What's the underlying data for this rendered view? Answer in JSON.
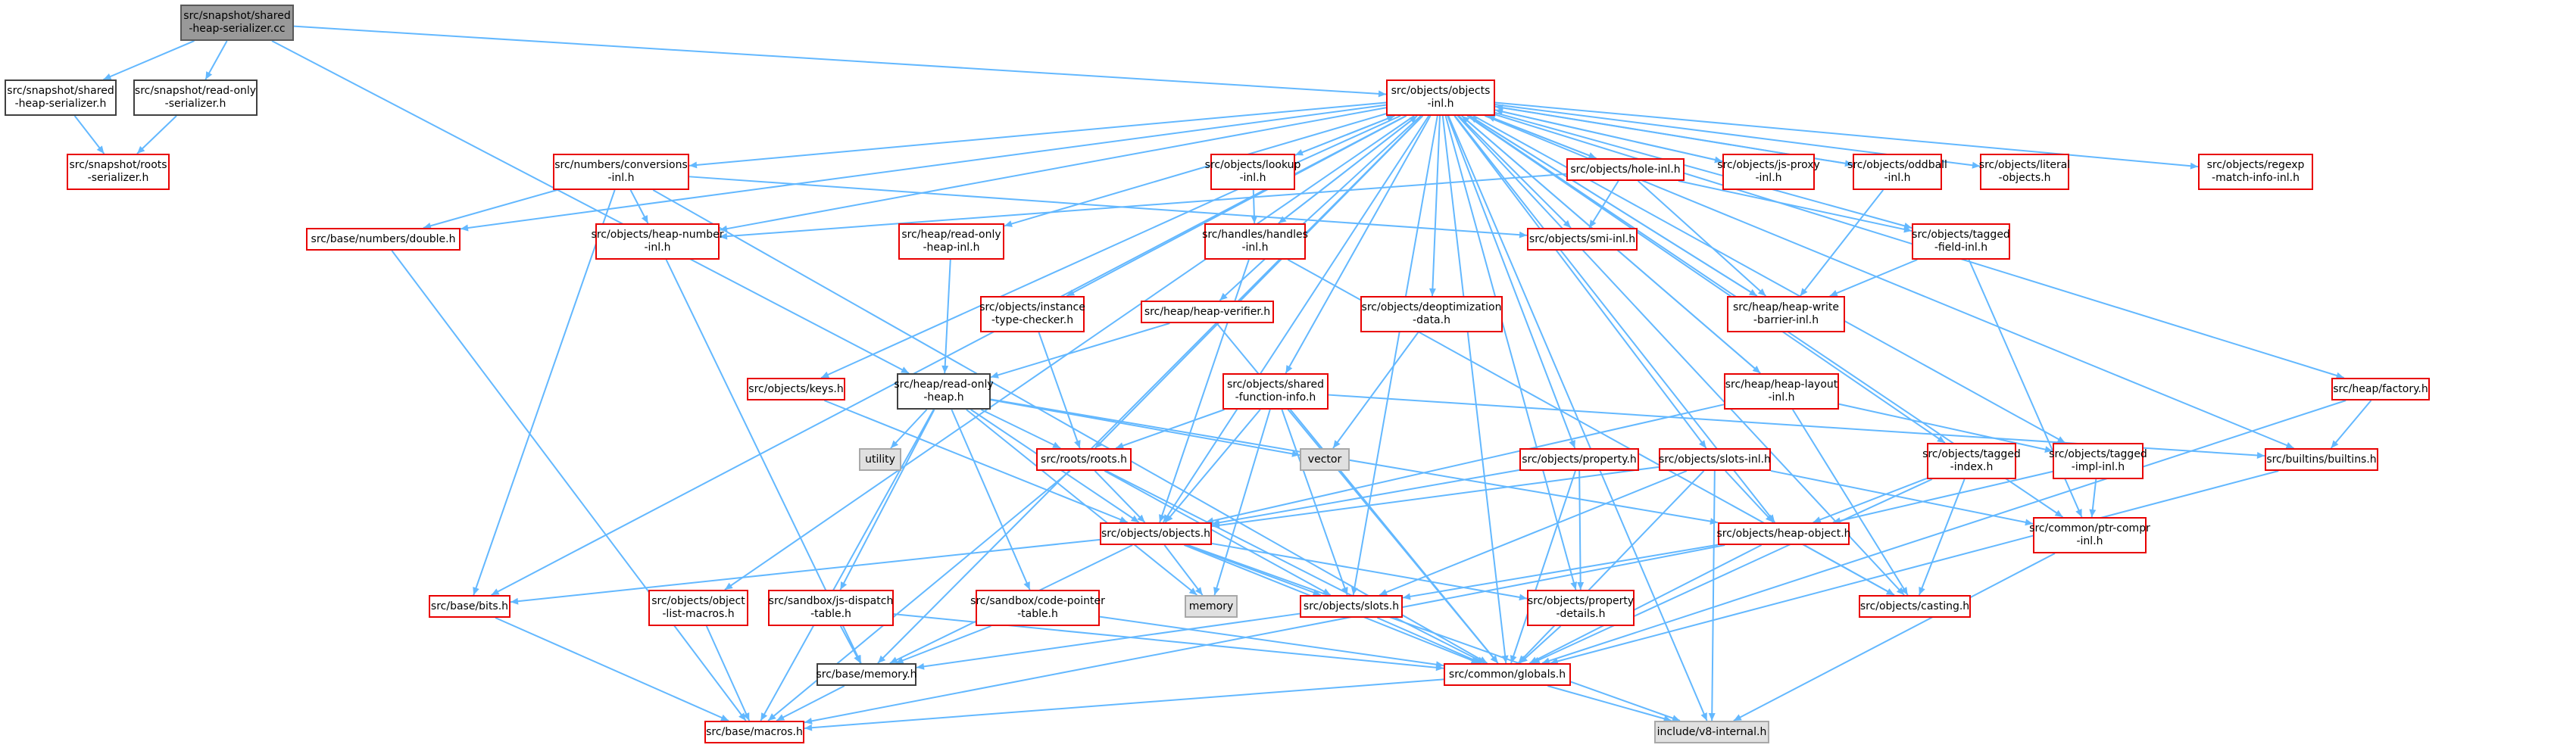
{
  "colors": {
    "edge": "#63b8ff",
    "node_border": "#e80000",
    "focus_fill": "#999999",
    "system_fill": "#e0e0e0"
  },
  "nodes": [
    {
      "id": "n0",
      "label": "src/snapshot/shared\n-heap-serializer.cc",
      "kind": "root"
    },
    {
      "id": "n1",
      "label": "src/snapshot/shared\n-heap-serializer.h",
      "kind": "plain"
    },
    {
      "id": "n2",
      "label": "src/snapshot/read-only\n-serializer.h",
      "kind": "plain"
    },
    {
      "id": "n3",
      "label": "src/snapshot/roots\n-serializer.h",
      "kind": "red"
    },
    {
      "id": "n4",
      "label": "src/objects/objects\n-inl.h",
      "kind": "red"
    },
    {
      "id": "n5",
      "label": "src/numbers/conversions\n-inl.h",
      "kind": "red"
    },
    {
      "id": "n6",
      "label": "src/objects/lookup\n-inl.h",
      "kind": "red"
    },
    {
      "id": "n7",
      "label": "src/objects/hole-inl.h",
      "kind": "red"
    },
    {
      "id": "n8",
      "label": "src/objects/js-proxy\n-inl.h",
      "kind": "red"
    },
    {
      "id": "n9",
      "label": "src/objects/oddball\n-inl.h",
      "kind": "red"
    },
    {
      "id": "n10",
      "label": "src/objects/literal\n-objects.h",
      "kind": "red"
    },
    {
      "id": "n11",
      "label": "src/objects/regexp\n-match-info-inl.h",
      "kind": "red"
    },
    {
      "id": "n12",
      "label": "src/base/numbers/double.h",
      "kind": "red"
    },
    {
      "id": "n13",
      "label": "src/objects/heap-number\n-inl.h",
      "kind": "red"
    },
    {
      "id": "n14",
      "label": "src/heap/read-only\n-heap-inl.h",
      "kind": "red"
    },
    {
      "id": "n15",
      "label": "src/handles/handles\n-inl.h",
      "kind": "red"
    },
    {
      "id": "n16",
      "label": "src/objects/smi-inl.h",
      "kind": "red"
    },
    {
      "id": "n17",
      "label": "src/objects/tagged\n-field-inl.h",
      "kind": "red"
    },
    {
      "id": "n18",
      "label": "src/objects/instance\n-type-checker.h",
      "kind": "red"
    },
    {
      "id": "n19",
      "label": "src/heap/heap-verifier.h",
      "kind": "red"
    },
    {
      "id": "n20",
      "label": "src/objects/deoptimization\n-data.h",
      "kind": "red"
    },
    {
      "id": "n21",
      "label": "src/heap/heap-write\n-barrier-inl.h",
      "kind": "red"
    },
    {
      "id": "n22",
      "label": "src/objects/keys.h",
      "kind": "red"
    },
    {
      "id": "n23",
      "label": "src/heap/read-only\n-heap.h",
      "kind": "plain"
    },
    {
      "id": "n24",
      "label": "src/objects/shared\n-function-info.h",
      "kind": "red"
    },
    {
      "id": "n25",
      "label": "src/heap/heap-layout\n-inl.h",
      "kind": "red"
    },
    {
      "id": "n26",
      "label": "src/heap/factory.h",
      "kind": "red"
    },
    {
      "id": "n27",
      "label": "utility",
      "kind": "sys"
    },
    {
      "id": "n28",
      "label": "vector",
      "kind": "sys"
    },
    {
      "id": "n29",
      "label": "src/roots/roots.h",
      "kind": "red"
    },
    {
      "id": "n30",
      "label": "src/objects/property.h",
      "kind": "red"
    },
    {
      "id": "n31",
      "label": "src/objects/slots-inl.h",
      "kind": "red"
    },
    {
      "id": "n32",
      "label": "src/objects/tagged\n-index.h",
      "kind": "red"
    },
    {
      "id": "n33",
      "label": "src/objects/tagged\n-impl-inl.h",
      "kind": "red"
    },
    {
      "id": "n34",
      "label": "src/builtins/builtins.h",
      "kind": "red"
    },
    {
      "id": "n35",
      "label": "src/objects/objects.h",
      "kind": "red"
    },
    {
      "id": "n36",
      "label": "src/objects/heap-object.h",
      "kind": "red"
    },
    {
      "id": "n37",
      "label": "src/common/ptr-compr\n-inl.h",
      "kind": "red"
    },
    {
      "id": "n38",
      "label": "src/base/bits.h",
      "kind": "red"
    },
    {
      "id": "n39",
      "label": "src/objects/object\n-list-macros.h",
      "kind": "red"
    },
    {
      "id": "n40",
      "label": "src/sandbox/js-dispatch\n-table.h",
      "kind": "red"
    },
    {
      "id": "n41",
      "label": "src/sandbox/code-pointer\n-table.h",
      "kind": "red"
    },
    {
      "id": "n42",
      "label": "memory",
      "kind": "sys"
    },
    {
      "id": "n43",
      "label": "src/objects/slots.h",
      "kind": "red"
    },
    {
      "id": "n44",
      "label": "src/objects/property\n-details.h",
      "kind": "red"
    },
    {
      "id": "n45",
      "label": "src/objects/casting.h",
      "kind": "red"
    },
    {
      "id": "n46",
      "label": "src/base/memory.h",
      "kind": "plain"
    },
    {
      "id": "n47",
      "label": "src/common/globals.h",
      "kind": "red"
    },
    {
      "id": "n48",
      "label": "src/base/macros.h",
      "kind": "red"
    },
    {
      "id": "n49",
      "label": "include/v8-internal.h",
      "kind": "sys"
    }
  ],
  "edges": [
    [
      "n0",
      "n1"
    ],
    [
      "n0",
      "n2"
    ],
    [
      "n0",
      "n4"
    ],
    [
      "n0",
      "n23"
    ],
    [
      "n1",
      "n3"
    ],
    [
      "n2",
      "n3"
    ],
    [
      "n4",
      "n5"
    ],
    [
      "n4",
      "n6"
    ],
    [
      "n4",
      "n7"
    ],
    [
      "n4",
      "n8"
    ],
    [
      "n4",
      "n9"
    ],
    [
      "n4",
      "n10"
    ],
    [
      "n4",
      "n11"
    ],
    [
      "n4",
      "n12"
    ],
    [
      "n4",
      "n13"
    ],
    [
      "n4",
      "n14"
    ],
    [
      "n4",
      "n15"
    ],
    [
      "n4",
      "n16"
    ],
    [
      "n4",
      "n17"
    ],
    [
      "n4",
      "n18"
    ],
    [
      "n4",
      "n19"
    ],
    [
      "n4",
      "n20"
    ],
    [
      "n4",
      "n21"
    ],
    [
      "n4",
      "n22"
    ],
    [
      "n4",
      "n24"
    ],
    [
      "n4",
      "n25"
    ],
    [
      "n4",
      "n26"
    ],
    [
      "n4",
      "n29"
    ],
    [
      "n4",
      "n30"
    ],
    [
      "n4",
      "n31"
    ],
    [
      "n4",
      "n32"
    ],
    [
      "n4",
      "n33"
    ],
    [
      "n4",
      "n34"
    ],
    [
      "n4",
      "n35"
    ],
    [
      "n4",
      "n36"
    ],
    [
      "n4",
      "n37"
    ],
    [
      "n4",
      "n38"
    ],
    [
      "n4",
      "n39"
    ],
    [
      "n4",
      "n43"
    ],
    [
      "n4",
      "n44"
    ],
    [
      "n4",
      "n45"
    ],
    [
      "n4",
      "n46"
    ],
    [
      "n4",
      "n47"
    ],
    [
      "n4",
      "n49"
    ],
    [
      "n5",
      "n12"
    ],
    [
      "n5",
      "n13"
    ],
    [
      "n5",
      "n16"
    ],
    [
      "n5",
      "n38"
    ],
    [
      "n5",
      "n47"
    ],
    [
      "n6",
      "n4"
    ],
    [
      "n6",
      "n15"
    ],
    [
      "n7",
      "n4"
    ],
    [
      "n7",
      "n13"
    ],
    [
      "n7",
      "n16"
    ],
    [
      "n7",
      "n17"
    ],
    [
      "n7",
      "n21"
    ],
    [
      "n8",
      "n4"
    ],
    [
      "n9",
      "n4"
    ],
    [
      "n9",
      "n21"
    ],
    [
      "n12",
      "n48"
    ],
    [
      "n13",
      "n46"
    ],
    [
      "n14",
      "n23"
    ],
    [
      "n15",
      "n4"
    ],
    [
      "n15",
      "n35"
    ],
    [
      "n15",
      "n45"
    ],
    [
      "n17",
      "n21"
    ],
    [
      "n17",
      "n37"
    ],
    [
      "n18",
      "n29"
    ],
    [
      "n19",
      "n23"
    ],
    [
      "n19",
      "n47"
    ],
    [
      "n20",
      "n28"
    ],
    [
      "n21",
      "n4"
    ],
    [
      "n22",
      "n35"
    ],
    [
      "n23",
      "n27"
    ],
    [
      "n23",
      "n28"
    ],
    [
      "n23",
      "n29"
    ],
    [
      "n23",
      "n35"
    ],
    [
      "n23",
      "n36"
    ],
    [
      "n23",
      "n40"
    ],
    [
      "n23",
      "n41"
    ],
    [
      "n23",
      "n42"
    ],
    [
      "n23",
      "n48"
    ],
    [
      "n24",
      "n29"
    ],
    [
      "n24",
      "n34"
    ],
    [
      "n24",
      "n35"
    ],
    [
      "n24",
      "n42"
    ],
    [
      "n24",
      "n43"
    ],
    [
      "n24",
      "n47"
    ],
    [
      "n25",
      "n4"
    ],
    [
      "n25",
      "n33"
    ],
    [
      "n25",
      "n35"
    ],
    [
      "n25",
      "n45"
    ],
    [
      "n26",
      "n34"
    ],
    [
      "n26",
      "n47"
    ],
    [
      "n29",
      "n35"
    ],
    [
      "n29",
      "n43"
    ],
    [
      "n29",
      "n47"
    ],
    [
      "n29",
      "n48"
    ],
    [
      "n30",
      "n35"
    ],
    [
      "n30",
      "n44"
    ],
    [
      "n30",
      "n47"
    ],
    [
      "n31",
      "n35"
    ],
    [
      "n31",
      "n36"
    ],
    [
      "n31",
      "n37"
    ],
    [
      "n31",
      "n43"
    ],
    [
      "n31",
      "n47"
    ],
    [
      "n31",
      "n49"
    ],
    [
      "n32",
      "n36"
    ],
    [
      "n32",
      "n45"
    ],
    [
      "n32",
      "n47"
    ],
    [
      "n33",
      "n36"
    ],
    [
      "n33",
      "n37"
    ],
    [
      "n34",
      "n47"
    ],
    [
      "n35",
      "n38"
    ],
    [
      "n35",
      "n42"
    ],
    [
      "n35",
      "n43"
    ],
    [
      "n35",
      "n44"
    ],
    [
      "n35",
      "n46"
    ],
    [
      "n35",
      "n47"
    ],
    [
      "n35",
      "n49"
    ],
    [
      "n36",
      "n43"
    ],
    [
      "n36",
      "n45"
    ],
    [
      "n36",
      "n47"
    ],
    [
      "n36",
      "n48"
    ],
    [
      "n37",
      "n49"
    ],
    [
      "n38",
      "n48"
    ],
    [
      "n39",
      "n48"
    ],
    [
      "n40",
      "n46"
    ],
    [
      "n40",
      "n47"
    ],
    [
      "n41",
      "n46"
    ],
    [
      "n41",
      "n47"
    ],
    [
      "n43",
      "n46"
    ],
    [
      "n43",
      "n47"
    ],
    [
      "n44",
      "n47"
    ],
    [
      "n46",
      "n48"
    ],
    [
      "n47",
      "n48"
    ],
    [
      "n47",
      "n49"
    ]
  ]
}
